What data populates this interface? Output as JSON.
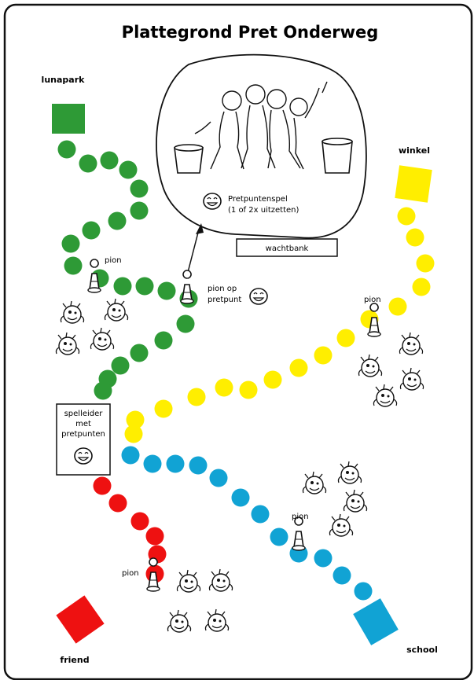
{
  "title": "Plattegrond Pret Onderweg",
  "colors": {
    "green": "#2e9a36",
    "yellow": "#ffee00",
    "blue": "#11a3d4",
    "red": "#ee1111"
  },
  "locations": {
    "lunapark": "lunapark",
    "winkel": "winkel",
    "friend": "friend",
    "school": "school"
  },
  "labels": {
    "pion": "pion",
    "pion_op_line1": "pion op",
    "pion_op_line2": "pretpunt",
    "game_line1": "Pretpuntenspel",
    "game_line2": "(1 of 2x uitzetten)",
    "wachtbank": "wachtbank",
    "spelleider_line1": "spelleider",
    "spelleider_line2": "met",
    "spelleider_line3": "pretpunten"
  }
}
